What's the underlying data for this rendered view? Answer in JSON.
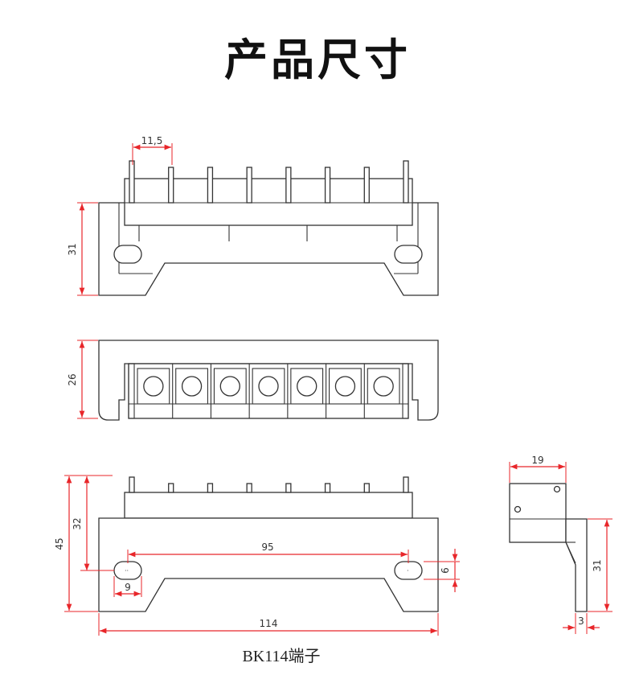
{
  "title": "产品尺寸",
  "caption": "BK114端子",
  "dimensions": {
    "pitch": "11,5",
    "top_height": "31",
    "depth": "26",
    "total_height": "45",
    "body_height": "32",
    "mount_spacing": "95",
    "hole_width": "9",
    "hole_height": "6",
    "total_length": "114",
    "side_width": "19",
    "side_height": "31",
    "bracket_thickness": "3"
  },
  "terminal_count": 7,
  "colors": {
    "dimension": "#e8262a",
    "outline": "#333333"
  }
}
